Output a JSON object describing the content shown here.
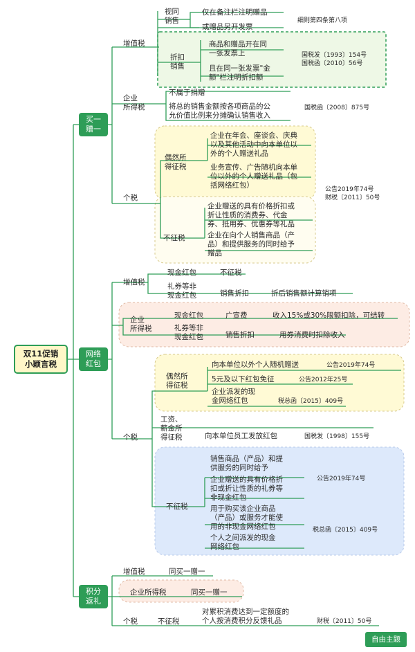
{
  "root": "双11促销\n小颖言税",
  "branches": {
    "buy_one": {
      "label": "买一\n赠一",
      "vat": {
        "label": "增值税",
        "deemed_sale": "视同\n销售",
        "d1": "仅在备注栏注明赠品",
        "d2": "或赠品另开发票",
        "d_ref": "细则第四条第八项",
        "discount_sale": "折扣\n销售",
        "k1": "商品和赠品开在同\n一张发票上",
        "k2": "且在同一张发票\"金\n额\"栏注明折扣额",
        "k_ref": "国税发〔1993〕154号\n国税函〔2010〕56号"
      },
      "cit": {
        "label": "企业\n所得税",
        "c1": "不属于捐赠",
        "c2": "将总的销售金额按各项商品的公\n允价值比例来分摊确认销售收入",
        "ref": "国税函〔2008〕875号"
      },
      "iit": {
        "label": "个税",
        "incidental": "偶然所\n得征税",
        "i1": "企业在年会、座谈会、庆典\n以及其他活动中向本单位以\n外的个人赠送礼品",
        "i2": "业务宣传、广告随机向本单\n位以外的个人赠送礼品（包\n括网络红包）",
        "exempt": "不征税",
        "e1": "企业赠送的具有价格折扣或\n折让性质的消费券、代金\n券、抵用券、优惠券等礼品",
        "e2": "企业在向个人销售商品（产\n品）和提供服务的同时给予\n赠品",
        "ref": "公告2019年74号\n财税〔2011〕50号"
      }
    },
    "red_packet": {
      "label": "网络\n红包",
      "vat": {
        "label": "增值税",
        "cash": "现金红包",
        "cash_r": "不征税",
        "coupon": "礼券等非\n现金红包",
        "coupon_m": "销售折扣",
        "coupon_r": "折后销售额计算销项"
      },
      "cit": {
        "label": "企业\n所得税",
        "cash": "现金红包",
        "cash_m": "广宣费",
        "cash_r": "收入15%或30%限额扣除，可结转",
        "coupon": "礼券等非\n现金红包",
        "coupon_m": "销售折扣",
        "coupon_r": "用券消费时扣除收入"
      },
      "iit": {
        "label": "个税",
        "incidental": "偶然所\n得征税",
        "i1": "向本单位以外个人随机赠送",
        "i1_ref": "公告2019年74号",
        "i2": "5元及以下红包免征",
        "i2_ref": "公告2012年25号",
        "i3": "企业派发的现\n金网络红包",
        "i3_ref": "税总函〔2015〕409号",
        "wage": "工资、\n薪金所\n得征税",
        "w1": "向本单位员工发放红包",
        "w_ref": "国税发〔1998〕155号",
        "exempt": "不征税",
        "e1": "销售商品（产品）和提\n供服务的同时给予",
        "e2": "企业赠送的具有价格折\n扣或折让性质的礼券等\n非现金红包",
        "e3": "用于购买该企业商品\n（产品）或服务才能使\n用的非现金网络红包",
        "e4": "个人之间派发的现金\n网络红包",
        "ref1": "公告2019年74号",
        "ref2": "税总函〔2015〕409号"
      }
    },
    "points": {
      "label": "积分\n返礼",
      "vat": "增值税",
      "vat_r": "同买一赠一",
      "cit": "企业所得税",
      "cit_r": "同买一赠一",
      "iit": "个税",
      "iit_m": "不征税",
      "iit_r": "对累积消费达到一定额度的\n个人按消费积分反馈礼品",
      "iit_ref": "财税〔2011〕50号"
    }
  },
  "footer_tag": "自由主题",
  "colors": {
    "green": "#2e9d57",
    "yellow_fill": "#fffad5",
    "pink_fill": "#fdece4",
    "blue_fill": "#dde9fb"
  }
}
